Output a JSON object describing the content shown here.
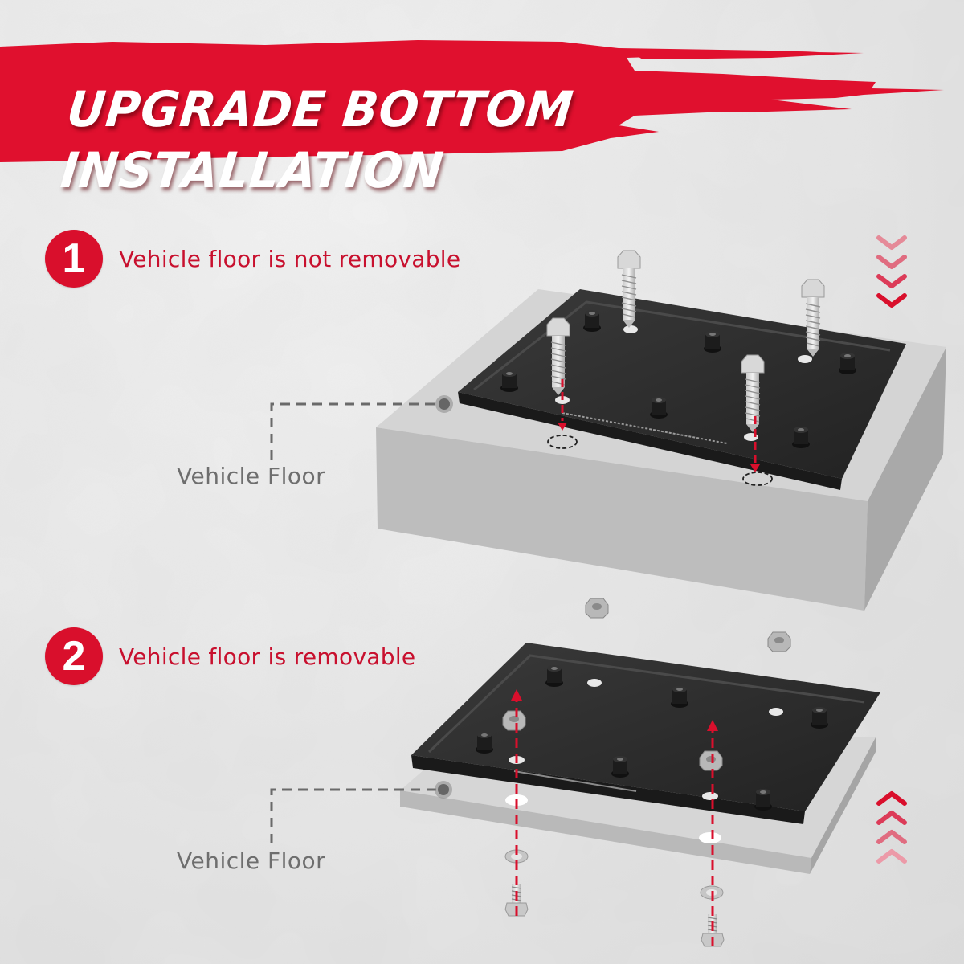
{
  "header": {
    "title_line1": "UPGRADE BOTTOM",
    "title_line2": "INSTALLATION",
    "banner_color": "#e0102e"
  },
  "steps": [
    {
      "number": "1",
      "label": "Vehicle floor is not removable",
      "floor_label": "Vehicle Floor",
      "direction": "down",
      "hardware": [
        "4 lag bolts",
        "mounting tray"
      ]
    },
    {
      "number": "2",
      "label": "Vehicle floor is removable",
      "floor_label": "Vehicle Floor",
      "direction": "up",
      "hardware": [
        "2 hex nuts",
        "2 washers",
        "2 hex bolts",
        "mounting tray"
      ]
    }
  ],
  "colors": {
    "accent": "#d90f2c",
    "label_gray": "#6e6e6e",
    "tray": "#2b2b2b",
    "floor_top": "#d2d2d2",
    "floor_side": "#b8b8b8",
    "background": "#ebebeb"
  },
  "icons": {
    "down_arrows": "chevron-down-stack-icon",
    "up_arrows": "chevron-up-stack-icon"
  }
}
